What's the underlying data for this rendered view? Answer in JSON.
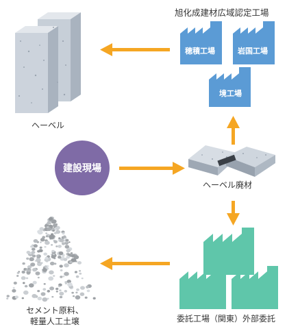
{
  "colors": {
    "arrow": "#f5a623",
    "factory_blue": "#5b9bd5",
    "factory_teal": "#5fc6aa",
    "site_purple": "#7f6ba6",
    "panel_gray": "#c7cfd8"
  },
  "diagram": {
    "top_group_title": "旭化成建材広域認定工場",
    "factories": {
      "hozumi": "穂積工場",
      "iwakuni": "岩国工場",
      "sakai": "境工場"
    },
    "hebel_label": "ヘーベル",
    "site_label": "建設現場",
    "waste_label": "ヘーベル廃材",
    "outsourced_label": "委託工場（関東）外部委託",
    "output_label_line1": "セメント原料、",
    "output_label_line2": "軽量人工土壌"
  }
}
